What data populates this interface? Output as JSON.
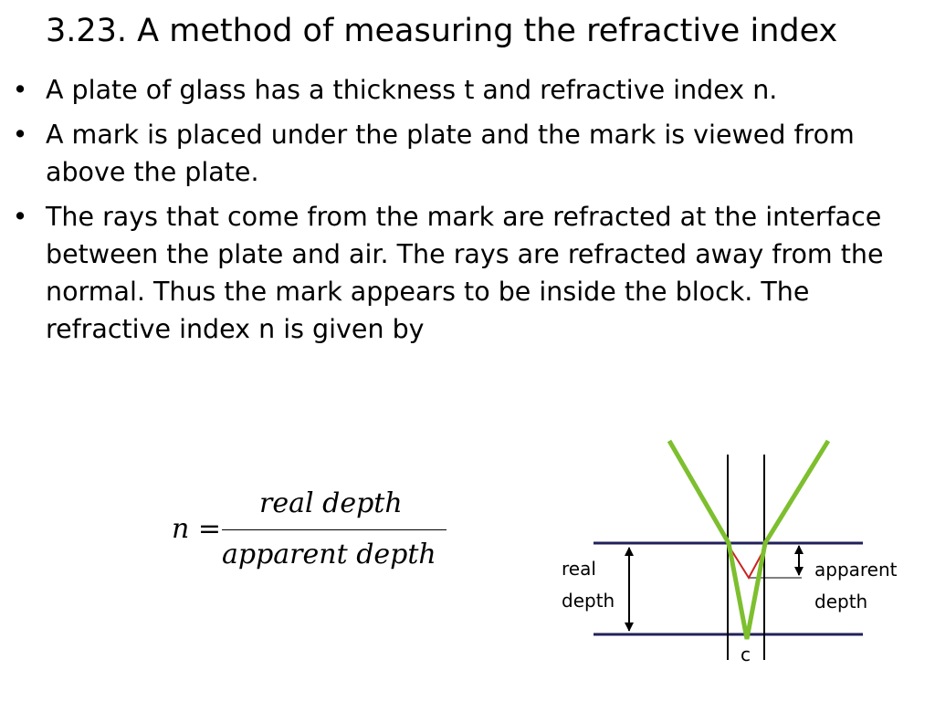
{
  "slide": {
    "title": "3.23. A method of measuring the refractive index",
    "bullets": [
      "A plate of glass has a thickness t and refractive index n.",
      "A mark is placed under the plate and the mark is viewed from above the plate.",
      "The rays that come from the mark are refracted at the interface between the plate and air. The rays are refracted away from the normal. Thus the mark appears to be inside the block. The refractive index n is given by"
    ],
    "bullet_glyph": "•"
  },
  "formula": {
    "lhs": "n =",
    "numerator": "real depth",
    "denominator": "apparent depth"
  },
  "diagram": {
    "labels": {
      "real_line1": "real",
      "real_line2": "depth",
      "apparent_line1": "apparent",
      "apparent_line2": "depth",
      "mark": "c"
    },
    "colors": {
      "ray": "#7dbf2e",
      "virtual_ray": "#cc2222",
      "plate_surface": "#22205a",
      "normal": "#000000",
      "arrow": "#000000"
    }
  }
}
